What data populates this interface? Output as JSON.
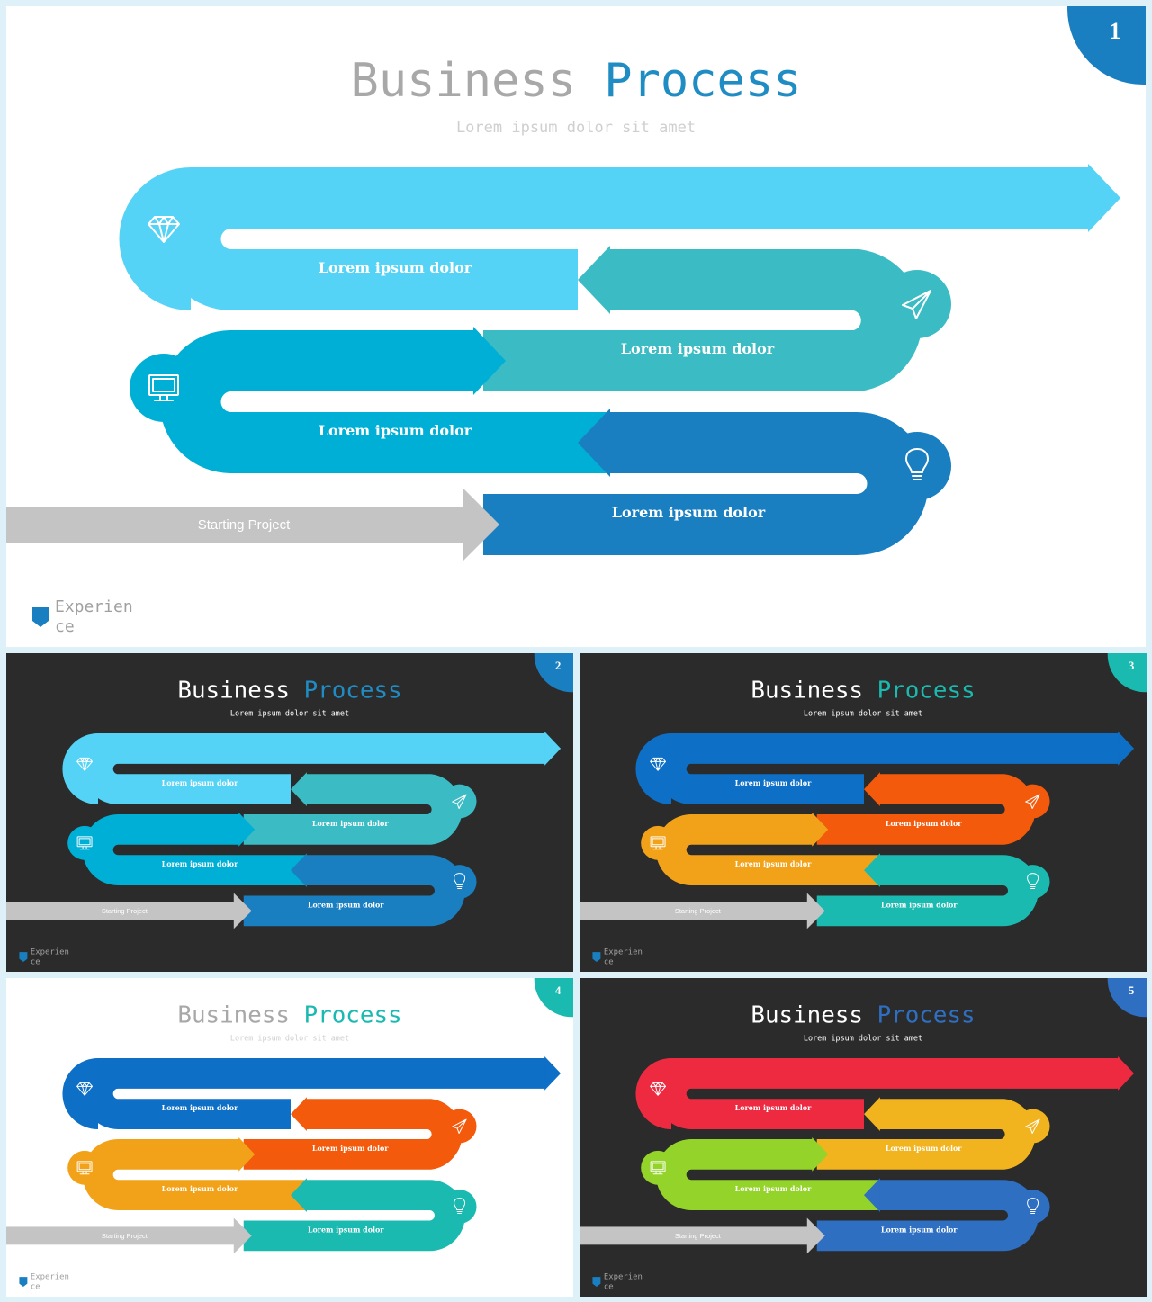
{
  "title": {
    "word1": "Business",
    "word2": "Process"
  },
  "subtitle": "Lorem ipsum dolor sit amet",
  "step_label": "Lorem ipsum dolor",
  "start_label": "Starting Project",
  "logo_text": {
    "line1": "Experien",
    "line2": "ce"
  },
  "icons": [
    "diamond-icon",
    "paper-plane-icon",
    "monitor-icon",
    "lightbulb-icon"
  ],
  "slides": [
    {
      "number": "1",
      "theme": "light",
      "badge_color": "#1a7fc0",
      "title2_color": "#1f8cc4",
      "colors": [
        "#55d3f6",
        "#3bbcc4",
        "#00afd6",
        "#1a7fc0"
      ],
      "start_color": "#c4c4c4"
    },
    {
      "number": "2",
      "theme": "dark",
      "badge_color": "#1a7fc0",
      "title2_color": "#1f8cc4",
      "colors": [
        "#55d3f6",
        "#3bbcc4",
        "#00afd6",
        "#1a7fc0"
      ],
      "start_color": "#c4c4c4"
    },
    {
      "number": "3",
      "theme": "dark",
      "badge_color": "#1bbab0",
      "title2_color": "#1bbab0",
      "colors": [
        "#0e6fc6",
        "#f35a0c",
        "#f2a219",
        "#1bbab0"
      ],
      "start_color": "#c4c4c4"
    },
    {
      "number": "4",
      "theme": "light",
      "badge_color": "#1bbab0",
      "title2_color": "#1bbab0",
      "colors": [
        "#0e6fc6",
        "#f35a0c",
        "#f2a219",
        "#1bbab0"
      ],
      "start_color": "#c4c4c4"
    },
    {
      "number": "5",
      "theme": "dark",
      "badge_color": "#2e6fc2",
      "title2_color": "#2e6fc2",
      "colors": [
        "#ee2a40",
        "#f1b31e",
        "#93d32a",
        "#2e6fc2"
      ],
      "start_color": "#c4c4c4"
    }
  ]
}
